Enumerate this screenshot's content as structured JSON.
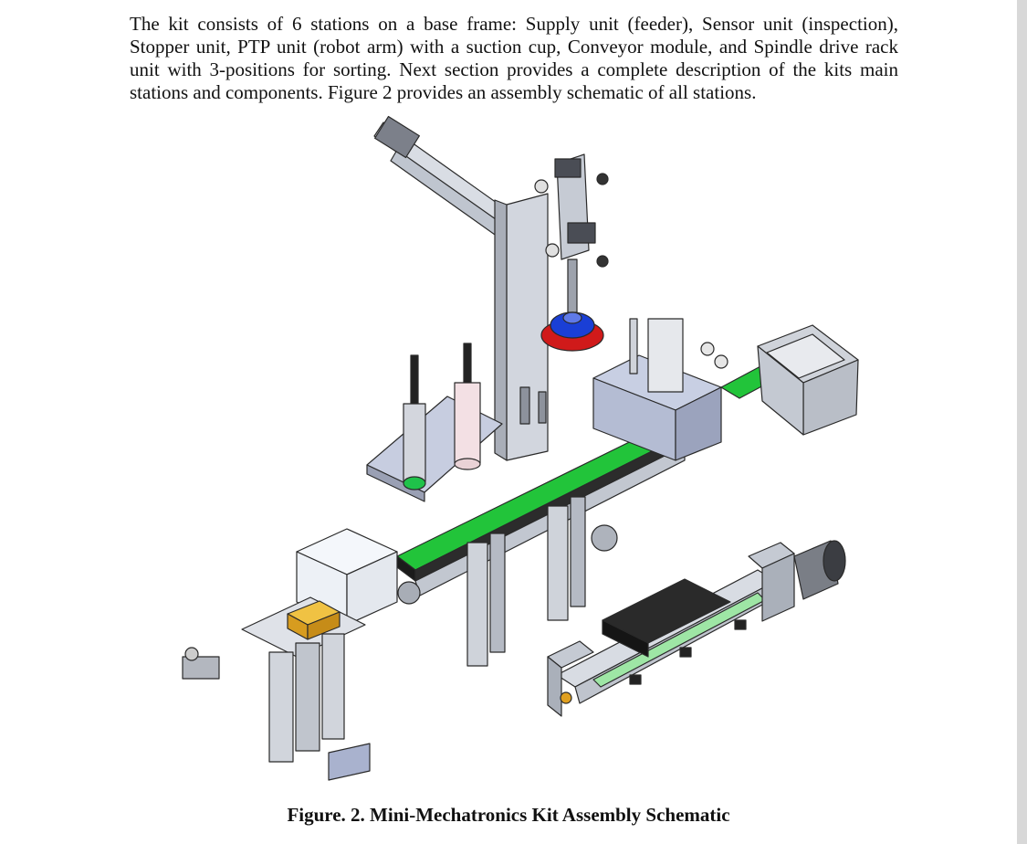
{
  "paragraph": "The kit consists of 6 stations on a base frame: Supply unit (feeder), Sensor unit (inspection), Stopper unit, PTP unit (robot arm) with a suction cup, Conveyor module, and Spindle drive rack unit with 3-positions for sorting. Next section provides a complete description of the kits main stations and components. Figure 2 provides an assembly schematic of all stations.",
  "figure": {
    "caption": "Figure. 2. Mini-Mechatronics Kit Assembly Schematic",
    "illustration": "isometric-assembly-schematic",
    "colors": {
      "belt": "#22c43a",
      "frame": "#c9ced8",
      "frame_dark": "#8a8f9c",
      "suction_cup": "#1a3fd6",
      "suction_ring": "#d01a1a",
      "sensor_cap": "#1fc24a",
      "block": "#e5b22e",
      "outline": "#2a2a2a"
    }
  }
}
